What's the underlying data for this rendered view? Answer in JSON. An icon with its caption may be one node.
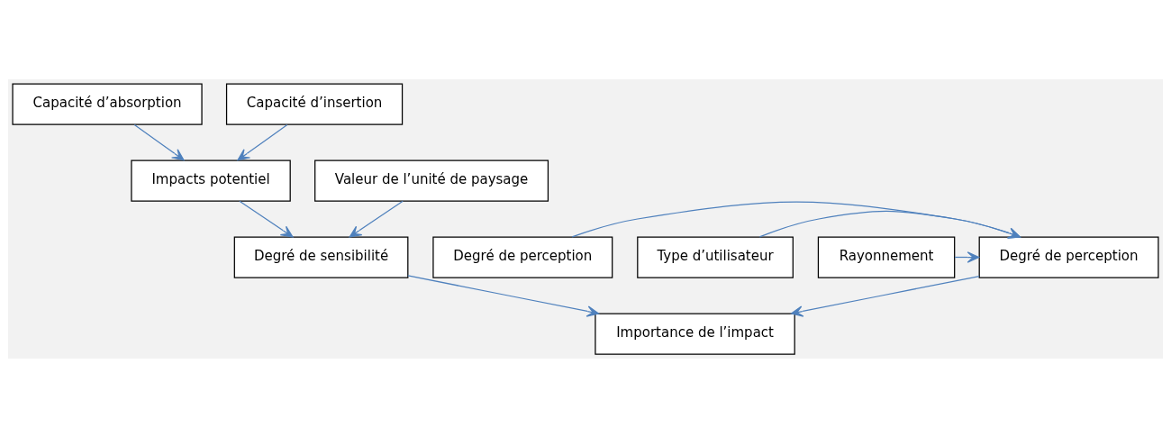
{
  "diagram": {
    "nodes": [
      {
        "text": [
          "Capacité d’absorption"
        ]
      },
      {
        "text": [
          "Capacité d’insertion"
        ]
      },
      {
        "text": [
          "Impacts potentiel"
        ]
      },
      {
        "text": [
          "Valeur de l’unité de paysage"
        ]
      },
      {
        "text": [
          "Degré de sensibilité"
        ]
      },
      {
        "text": [
          "Degré de perception"
        ]
      },
      {
        "text": [
          "Importance de l’impact"
        ]
      },
      {
        "text": [
          "Degré de perception"
        ]
      },
      {
        "text": [
          "Type d’utilisateur"
        ]
      },
      {
        "text": [
          "Rayonnement"
        ]
      }
    ],
    "edges": [
      {
        "from": 0,
        "to": 2,
        "arrow": "to"
      },
      {
        "from": 1,
        "to": 2,
        "arrow": "to"
      },
      {
        "from": 2,
        "to": 4,
        "arrow": "to"
      },
      {
        "from": 3,
        "to": 4,
        "arrow": "to"
      },
      {
        "from": 4,
        "to": 6,
        "arrow": "to"
      },
      {
        "from": 5,
        "to": 6,
        "arrow": "to"
      },
      {
        "from": 7,
        "to": 5,
        "arrow": "to"
      },
      {
        "from": 8,
        "to": 5,
        "arrow": "to"
      },
      {
        "from": 9,
        "to": 5,
        "arrow": "to"
      }
    ]
  }
}
